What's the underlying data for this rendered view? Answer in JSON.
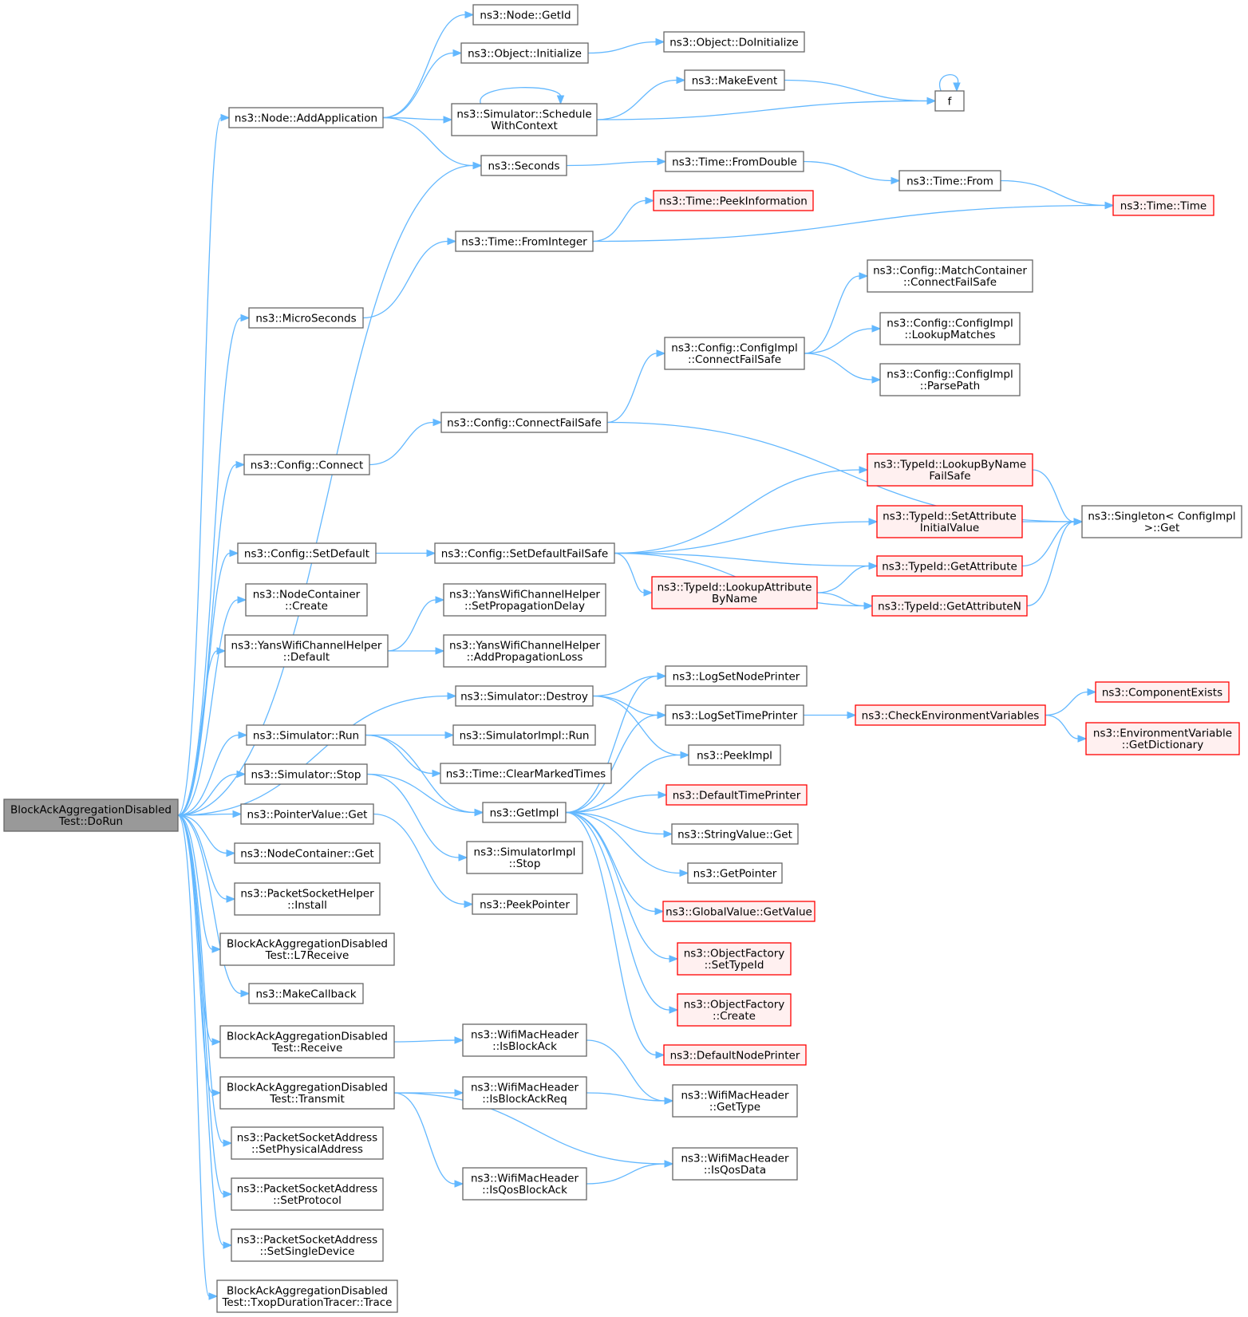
{
  "graph": {
    "nodes": [
      {
        "id": "root",
        "lines": [
          "BlockAckAggregationDisabled",
          "Test::DoRun"
        ],
        "style": "root"
      },
      {
        "id": "getid",
        "lines": [
          "ns3::Node::GetId"
        ],
        "style": "normal"
      },
      {
        "id": "objinit",
        "lines": [
          "ns3::Object::Initialize"
        ],
        "style": "normal"
      },
      {
        "id": "objdoinit",
        "lines": [
          "ns3::Object::DoInitialize"
        ],
        "style": "normal"
      },
      {
        "id": "addapp",
        "lines": [
          "ns3::Node::AddApplication"
        ],
        "style": "normal"
      },
      {
        "id": "schedctx",
        "lines": [
          "ns3::Simulator::Schedule",
          "WithContext"
        ],
        "style": "normal"
      },
      {
        "id": "makeevent",
        "lines": [
          "ns3::MakeEvent"
        ],
        "style": "normal"
      },
      {
        "id": "f",
        "lines": [
          "f"
        ],
        "style": "normal"
      },
      {
        "id": "seconds",
        "lines": [
          "ns3::Seconds"
        ],
        "style": "normal"
      },
      {
        "id": "fromdouble",
        "lines": [
          "ns3::Time::FromDouble"
        ],
        "style": "normal"
      },
      {
        "id": "timefrom",
        "lines": [
          "ns3::Time::From"
        ],
        "style": "normal"
      },
      {
        "id": "timetime",
        "lines": [
          "ns3::Time::Time"
        ],
        "style": "trunc"
      },
      {
        "id": "peekinfo",
        "lines": [
          "ns3::Time::PeekInformation"
        ],
        "style": "trunc"
      },
      {
        "id": "fromint",
        "lines": [
          "ns3::Time::FromInteger"
        ],
        "style": "normal"
      },
      {
        "id": "micro",
        "lines": [
          "ns3::MicroSeconds"
        ],
        "style": "normal"
      },
      {
        "id": "matchcfs",
        "lines": [
          "ns3::Config::MatchContainer",
          "::ConnectFailSafe"
        ],
        "style": "normal"
      },
      {
        "id": "lookupm",
        "lines": [
          "ns3::Config::ConfigImpl",
          "::LookupMatches"
        ],
        "style": "normal"
      },
      {
        "id": "implcfs",
        "lines": [
          "ns3::Config::ConfigImpl",
          "::ConnectFailSafe"
        ],
        "style": "normal"
      },
      {
        "id": "parsepath",
        "lines": [
          "ns3::Config::ConfigImpl",
          "::ParsePath"
        ],
        "style": "normal"
      },
      {
        "id": "cfgcfs",
        "lines": [
          "ns3::Config::ConnectFailSafe"
        ],
        "style": "normal"
      },
      {
        "id": "cfgconnect",
        "lines": [
          "ns3::Config::Connect"
        ],
        "style": "normal"
      },
      {
        "id": "lookupbyname",
        "lines": [
          "ns3::TypeId::LookupByName",
          "FailSafe"
        ],
        "style": "trunc"
      },
      {
        "id": "setattrinit",
        "lines": [
          "ns3::TypeId::SetAttribute",
          "InitialValue"
        ],
        "style": "trunc"
      },
      {
        "id": "singleton",
        "lines": [
          "ns3::Singleton< ConfigImpl",
          " >::Get"
        ],
        "style": "normal"
      },
      {
        "id": "setdefault",
        "lines": [
          "ns3::Config::SetDefault"
        ],
        "style": "normal"
      },
      {
        "id": "setdefaultfs",
        "lines": [
          "ns3::Config::SetDefaultFailSafe"
        ],
        "style": "normal"
      },
      {
        "id": "getattr",
        "lines": [
          "ns3::TypeId::GetAttribute"
        ],
        "style": "trunc"
      },
      {
        "id": "lookupattr",
        "lines": [
          "ns3::TypeId::LookupAttribute",
          "ByName"
        ],
        "style": "trunc"
      },
      {
        "id": "getattrn",
        "lines": [
          "ns3::TypeId::GetAttributeN"
        ],
        "style": "trunc"
      },
      {
        "id": "nccreate",
        "lines": [
          "ns3::NodeContainer",
          "::Create"
        ],
        "style": "normal"
      },
      {
        "id": "yanssetprop",
        "lines": [
          "ns3::YansWifiChannelHelper",
          "::SetPropagationDelay"
        ],
        "style": "normal"
      },
      {
        "id": "yansdefault",
        "lines": [
          "ns3::YansWifiChannelHelper",
          "::Default"
        ],
        "style": "normal"
      },
      {
        "id": "yansaddprop",
        "lines": [
          "ns3::YansWifiChannelHelper",
          "::AddPropagationLoss"
        ],
        "style": "normal"
      },
      {
        "id": "logsetnode",
        "lines": [
          "ns3::LogSetNodePrinter"
        ],
        "style": "normal"
      },
      {
        "id": "simdestroy",
        "lines": [
          "ns3::Simulator::Destroy"
        ],
        "style": "normal"
      },
      {
        "id": "componentexists",
        "lines": [
          "ns3::ComponentExists"
        ],
        "style": "trunc"
      },
      {
        "id": "logsettime",
        "lines": [
          "ns3::LogSetTimePrinter"
        ],
        "style": "normal"
      },
      {
        "id": "checkenv",
        "lines": [
          "ns3::CheckEnvironmentVariables"
        ],
        "style": "trunc"
      },
      {
        "id": "envvar",
        "lines": [
          "ns3::EnvironmentVariable",
          "::GetDictionary"
        ],
        "style": "trunc"
      },
      {
        "id": "simrun",
        "lines": [
          "ns3::Simulator::Run"
        ],
        "style": "normal"
      },
      {
        "id": "simimplrun",
        "lines": [
          "ns3::SimulatorImpl::Run"
        ],
        "style": "normal"
      },
      {
        "id": "peekimpl",
        "lines": [
          "ns3::PeekImpl"
        ],
        "style": "normal"
      },
      {
        "id": "clearmarked",
        "lines": [
          "ns3::Time::ClearMarkedTimes"
        ],
        "style": "normal"
      },
      {
        "id": "simstop",
        "lines": [
          "ns3::Simulator::Stop"
        ],
        "style": "normal"
      },
      {
        "id": "deftimeprinter",
        "lines": [
          "ns3::DefaultTimePrinter"
        ],
        "style": "trunc"
      },
      {
        "id": "getimpl",
        "lines": [
          "ns3::GetImpl"
        ],
        "style": "normal"
      },
      {
        "id": "ptrget",
        "lines": [
          "ns3::PointerValue::Get"
        ],
        "style": "normal"
      },
      {
        "id": "strget",
        "lines": [
          "ns3::StringValue::Get"
        ],
        "style": "normal"
      },
      {
        "id": "ncget",
        "lines": [
          "ns3::NodeContainer::Get"
        ],
        "style": "normal"
      },
      {
        "id": "simimplstop",
        "lines": [
          "ns3::SimulatorImpl",
          "::Stop"
        ],
        "style": "normal"
      },
      {
        "id": "getpointer",
        "lines": [
          "ns3::GetPointer"
        ],
        "style": "normal"
      },
      {
        "id": "pshinstall",
        "lines": [
          "ns3::PacketSocketHelper",
          "::Install"
        ],
        "style": "normal"
      },
      {
        "id": "peekpointer",
        "lines": [
          "ns3::PeekPointer"
        ],
        "style": "normal"
      },
      {
        "id": "gvgetvalue",
        "lines": [
          "ns3::GlobalValue::GetValue"
        ],
        "style": "trunc"
      },
      {
        "id": "l7receive",
        "lines": [
          "BlockAckAggregationDisabled",
          "Test::L7Receive"
        ],
        "style": "normal"
      },
      {
        "id": "ofsettypeid",
        "lines": [
          "ns3::ObjectFactory",
          "::SetTypeId"
        ],
        "style": "trunc"
      },
      {
        "id": "makecallback",
        "lines": [
          "ns3::MakeCallback"
        ],
        "style": "normal"
      },
      {
        "id": "ofcreate",
        "lines": [
          "ns3::ObjectFactory",
          "::Create"
        ],
        "style": "trunc"
      },
      {
        "id": "receive",
        "lines": [
          "BlockAckAggregationDisabled",
          "Test::Receive"
        ],
        "style": "normal"
      },
      {
        "id": "isblockack",
        "lines": [
          "ns3::WifiMacHeader",
          "::IsBlockAck"
        ],
        "style": "normal"
      },
      {
        "id": "defnodeprinter",
        "lines": [
          "ns3::DefaultNodePrinter"
        ],
        "style": "trunc"
      },
      {
        "id": "transmit",
        "lines": [
          "BlockAckAggregationDisabled",
          "Test::Transmit"
        ],
        "style": "normal"
      },
      {
        "id": "isblockackreq",
        "lines": [
          "ns3::WifiMacHeader",
          "::IsBlockAckReq"
        ],
        "style": "normal"
      },
      {
        "id": "gettype",
        "lines": [
          "ns3::WifiMacHeader",
          "::GetType"
        ],
        "style": "normal"
      },
      {
        "id": "psasetphys",
        "lines": [
          "ns3::PacketSocketAddress",
          "::SetPhysicalAddress"
        ],
        "style": "normal"
      },
      {
        "id": "isqosdata",
        "lines": [
          "ns3::WifiMacHeader",
          "::IsQosData"
        ],
        "style": "normal"
      },
      {
        "id": "isqosblockack",
        "lines": [
          "ns3::WifiMacHeader",
          "::IsQosBlockAck"
        ],
        "style": "normal"
      },
      {
        "id": "psasetproto",
        "lines": [
          "ns3::PacketSocketAddress",
          "::SetProtocol"
        ],
        "style": "normal"
      },
      {
        "id": "psasetsingle",
        "lines": [
          "ns3::PacketSocketAddress",
          "::SetSingleDevice"
        ],
        "style": "normal"
      },
      {
        "id": "txoptrace",
        "lines": [
          "BlockAckAggregationDisabled",
          "Test::TxopDurationTracer::Trace"
        ],
        "style": "normal"
      }
    ],
    "edges": [
      [
        "root",
        "addapp"
      ],
      [
        "root",
        "seconds"
      ],
      [
        "root",
        "micro"
      ],
      [
        "root",
        "cfgconnect"
      ],
      [
        "root",
        "setdefault"
      ],
      [
        "root",
        "nccreate"
      ],
      [
        "root",
        "yansdefault"
      ],
      [
        "root",
        "simdestroy"
      ],
      [
        "root",
        "simrun"
      ],
      [
        "root",
        "simstop"
      ],
      [
        "root",
        "ptrget"
      ],
      [
        "root",
        "ncget"
      ],
      [
        "root",
        "pshinstall"
      ],
      [
        "root",
        "l7receive"
      ],
      [
        "root",
        "makecallback"
      ],
      [
        "root",
        "receive"
      ],
      [
        "root",
        "transmit"
      ],
      [
        "root",
        "psasetphys"
      ],
      [
        "root",
        "psasetproto"
      ],
      [
        "root",
        "psasetsingle"
      ],
      [
        "root",
        "txoptrace"
      ],
      [
        "addapp",
        "getid"
      ],
      [
        "addapp",
        "objinit"
      ],
      [
        "addapp",
        "schedctx"
      ],
      [
        "addapp",
        "seconds"
      ],
      [
        "objinit",
        "objdoinit"
      ],
      [
        "schedctx",
        "makeevent"
      ],
      [
        "schedctx",
        "f"
      ],
      [
        "schedctx",
        "schedctx"
      ],
      [
        "makeevent",
        "f"
      ],
      [
        "f",
        "f"
      ],
      [
        "seconds",
        "fromdouble"
      ],
      [
        "fromdouble",
        "timefrom"
      ],
      [
        "timefrom",
        "timetime"
      ],
      [
        "fromint",
        "peekinfo"
      ],
      [
        "fromint",
        "timetime"
      ],
      [
        "micro",
        "fromint"
      ],
      [
        "cfgconnect",
        "cfgcfs"
      ],
      [
        "cfgcfs",
        "implcfs"
      ],
      [
        "cfgcfs",
        "singleton"
      ],
      [
        "implcfs",
        "matchcfs"
      ],
      [
        "implcfs",
        "lookupm"
      ],
      [
        "implcfs",
        "parsepath"
      ],
      [
        "setdefault",
        "setdefaultfs"
      ],
      [
        "setdefaultfs",
        "lookupbyname"
      ],
      [
        "setdefaultfs",
        "setattrinit"
      ],
      [
        "setdefaultfs",
        "getattr"
      ],
      [
        "setdefaultfs",
        "lookupattr"
      ],
      [
        "setdefaultfs",
        "getattrn"
      ],
      [
        "lookupbyname",
        "singleton"
      ],
      [
        "setattrinit",
        "singleton"
      ],
      [
        "getattr",
        "singleton"
      ],
      [
        "getattrn",
        "singleton"
      ],
      [
        "lookupattr",
        "getattr"
      ],
      [
        "lookupattr",
        "getattrn"
      ],
      [
        "yansdefault",
        "yanssetprop"
      ],
      [
        "yansdefault",
        "yansaddprop"
      ],
      [
        "simdestroy",
        "logsetnode"
      ],
      [
        "simdestroy",
        "logsettime"
      ],
      [
        "simdestroy",
        "peekimpl"
      ],
      [
        "logsettime",
        "checkenv"
      ],
      [
        "checkenv",
        "componentexists"
      ],
      [
        "checkenv",
        "envvar"
      ],
      [
        "simrun",
        "simimplrun"
      ],
      [
        "simrun",
        "clearmarked"
      ],
      [
        "simrun",
        "getimpl"
      ],
      [
        "simstop",
        "getimpl"
      ],
      [
        "simstop",
        "simimplstop"
      ],
      [
        "getimpl",
        "logsetnode"
      ],
      [
        "getimpl",
        "logsettime"
      ],
      [
        "getimpl",
        "peekimpl"
      ],
      [
        "getimpl",
        "deftimeprinter"
      ],
      [
        "getimpl",
        "strget"
      ],
      [
        "getimpl",
        "getpointer"
      ],
      [
        "getimpl",
        "gvgetvalue"
      ],
      [
        "getimpl",
        "ofsettypeid"
      ],
      [
        "getimpl",
        "ofcreate"
      ],
      [
        "getimpl",
        "defnodeprinter"
      ],
      [
        "ptrget",
        "peekpointer"
      ],
      [
        "receive",
        "isblockack"
      ],
      [
        "isblockack",
        "gettype"
      ],
      [
        "transmit",
        "isblockackreq"
      ],
      [
        "transmit",
        "isqosblockack"
      ],
      [
        "transmit",
        "isqosdata"
      ],
      [
        "isblockackreq",
        "gettype"
      ],
      [
        "isqosblockack",
        "isqosdata"
      ]
    ]
  }
}
